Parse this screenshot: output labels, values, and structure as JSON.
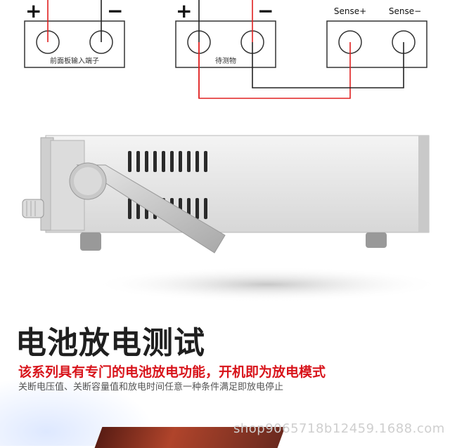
{
  "wiring": {
    "plus_symbol": "+",
    "minus_symbol": "−",
    "terminal_front_label": "前面板输入端子",
    "dut_label": "待测物",
    "sense_plus_label": "Sense+",
    "sense_minus_label": "Sense−",
    "colors": {
      "positive_wire": "#e02020",
      "negative_wire": "#222222"
    }
  },
  "headline": {
    "title": "电池放电测试",
    "subtitle": "该系列具有专门的电池放电功能，开机即为放电模式",
    "description": "关断电压值、关断容量值和放电时间任意一种条件满足即放电停止"
  },
  "watermark": "shop9065718b12459.1688.com"
}
